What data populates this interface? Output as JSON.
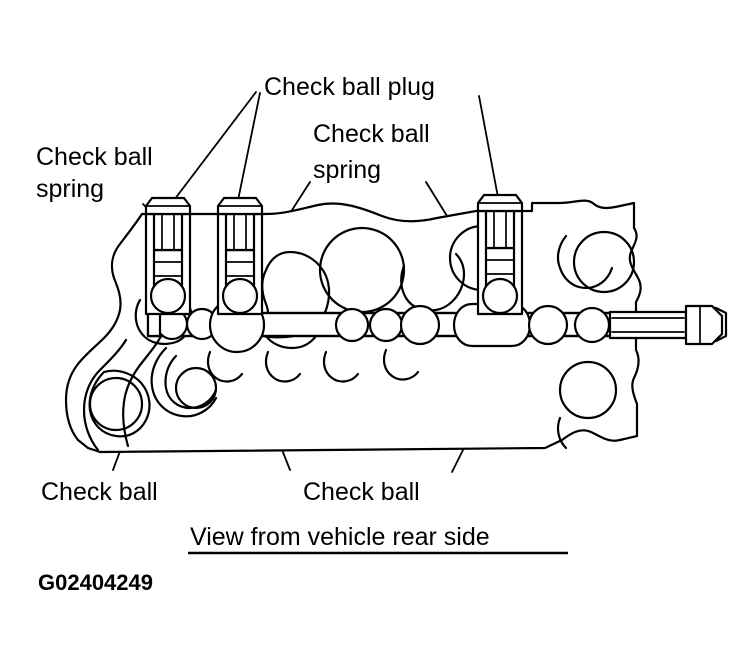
{
  "figure": {
    "id_label": "G02404249",
    "caption": "View from vehicle rear side",
    "background_color": "#ffffff",
    "line_color": "#000000"
  },
  "labels": {
    "check_ball_plug": "Check ball plug",
    "check_ball_spring_left_line1": "Check ball",
    "check_ball_spring_left_line2": "spring",
    "check_ball_spring_right_line1": "Check ball",
    "check_ball_spring_right_line2": "spring",
    "check_ball_lower_left": "Check ball",
    "check_ball_lower_right": "Check ball"
  },
  "callouts": [
    {
      "name": "check-ball-plug",
      "text": "Check ball plug",
      "position": "top-center"
    },
    {
      "name": "check-ball-spring-left",
      "text": "Check ball spring",
      "position": "top-left"
    },
    {
      "name": "check-ball-spring-right",
      "text": "Check ball spring",
      "position": "top-right-center"
    },
    {
      "name": "check-ball-lower-left",
      "text": "Check ball",
      "position": "bottom-left"
    },
    {
      "name": "check-ball-lower-right",
      "text": "Check ball",
      "position": "bottom-center-right"
    }
  ]
}
